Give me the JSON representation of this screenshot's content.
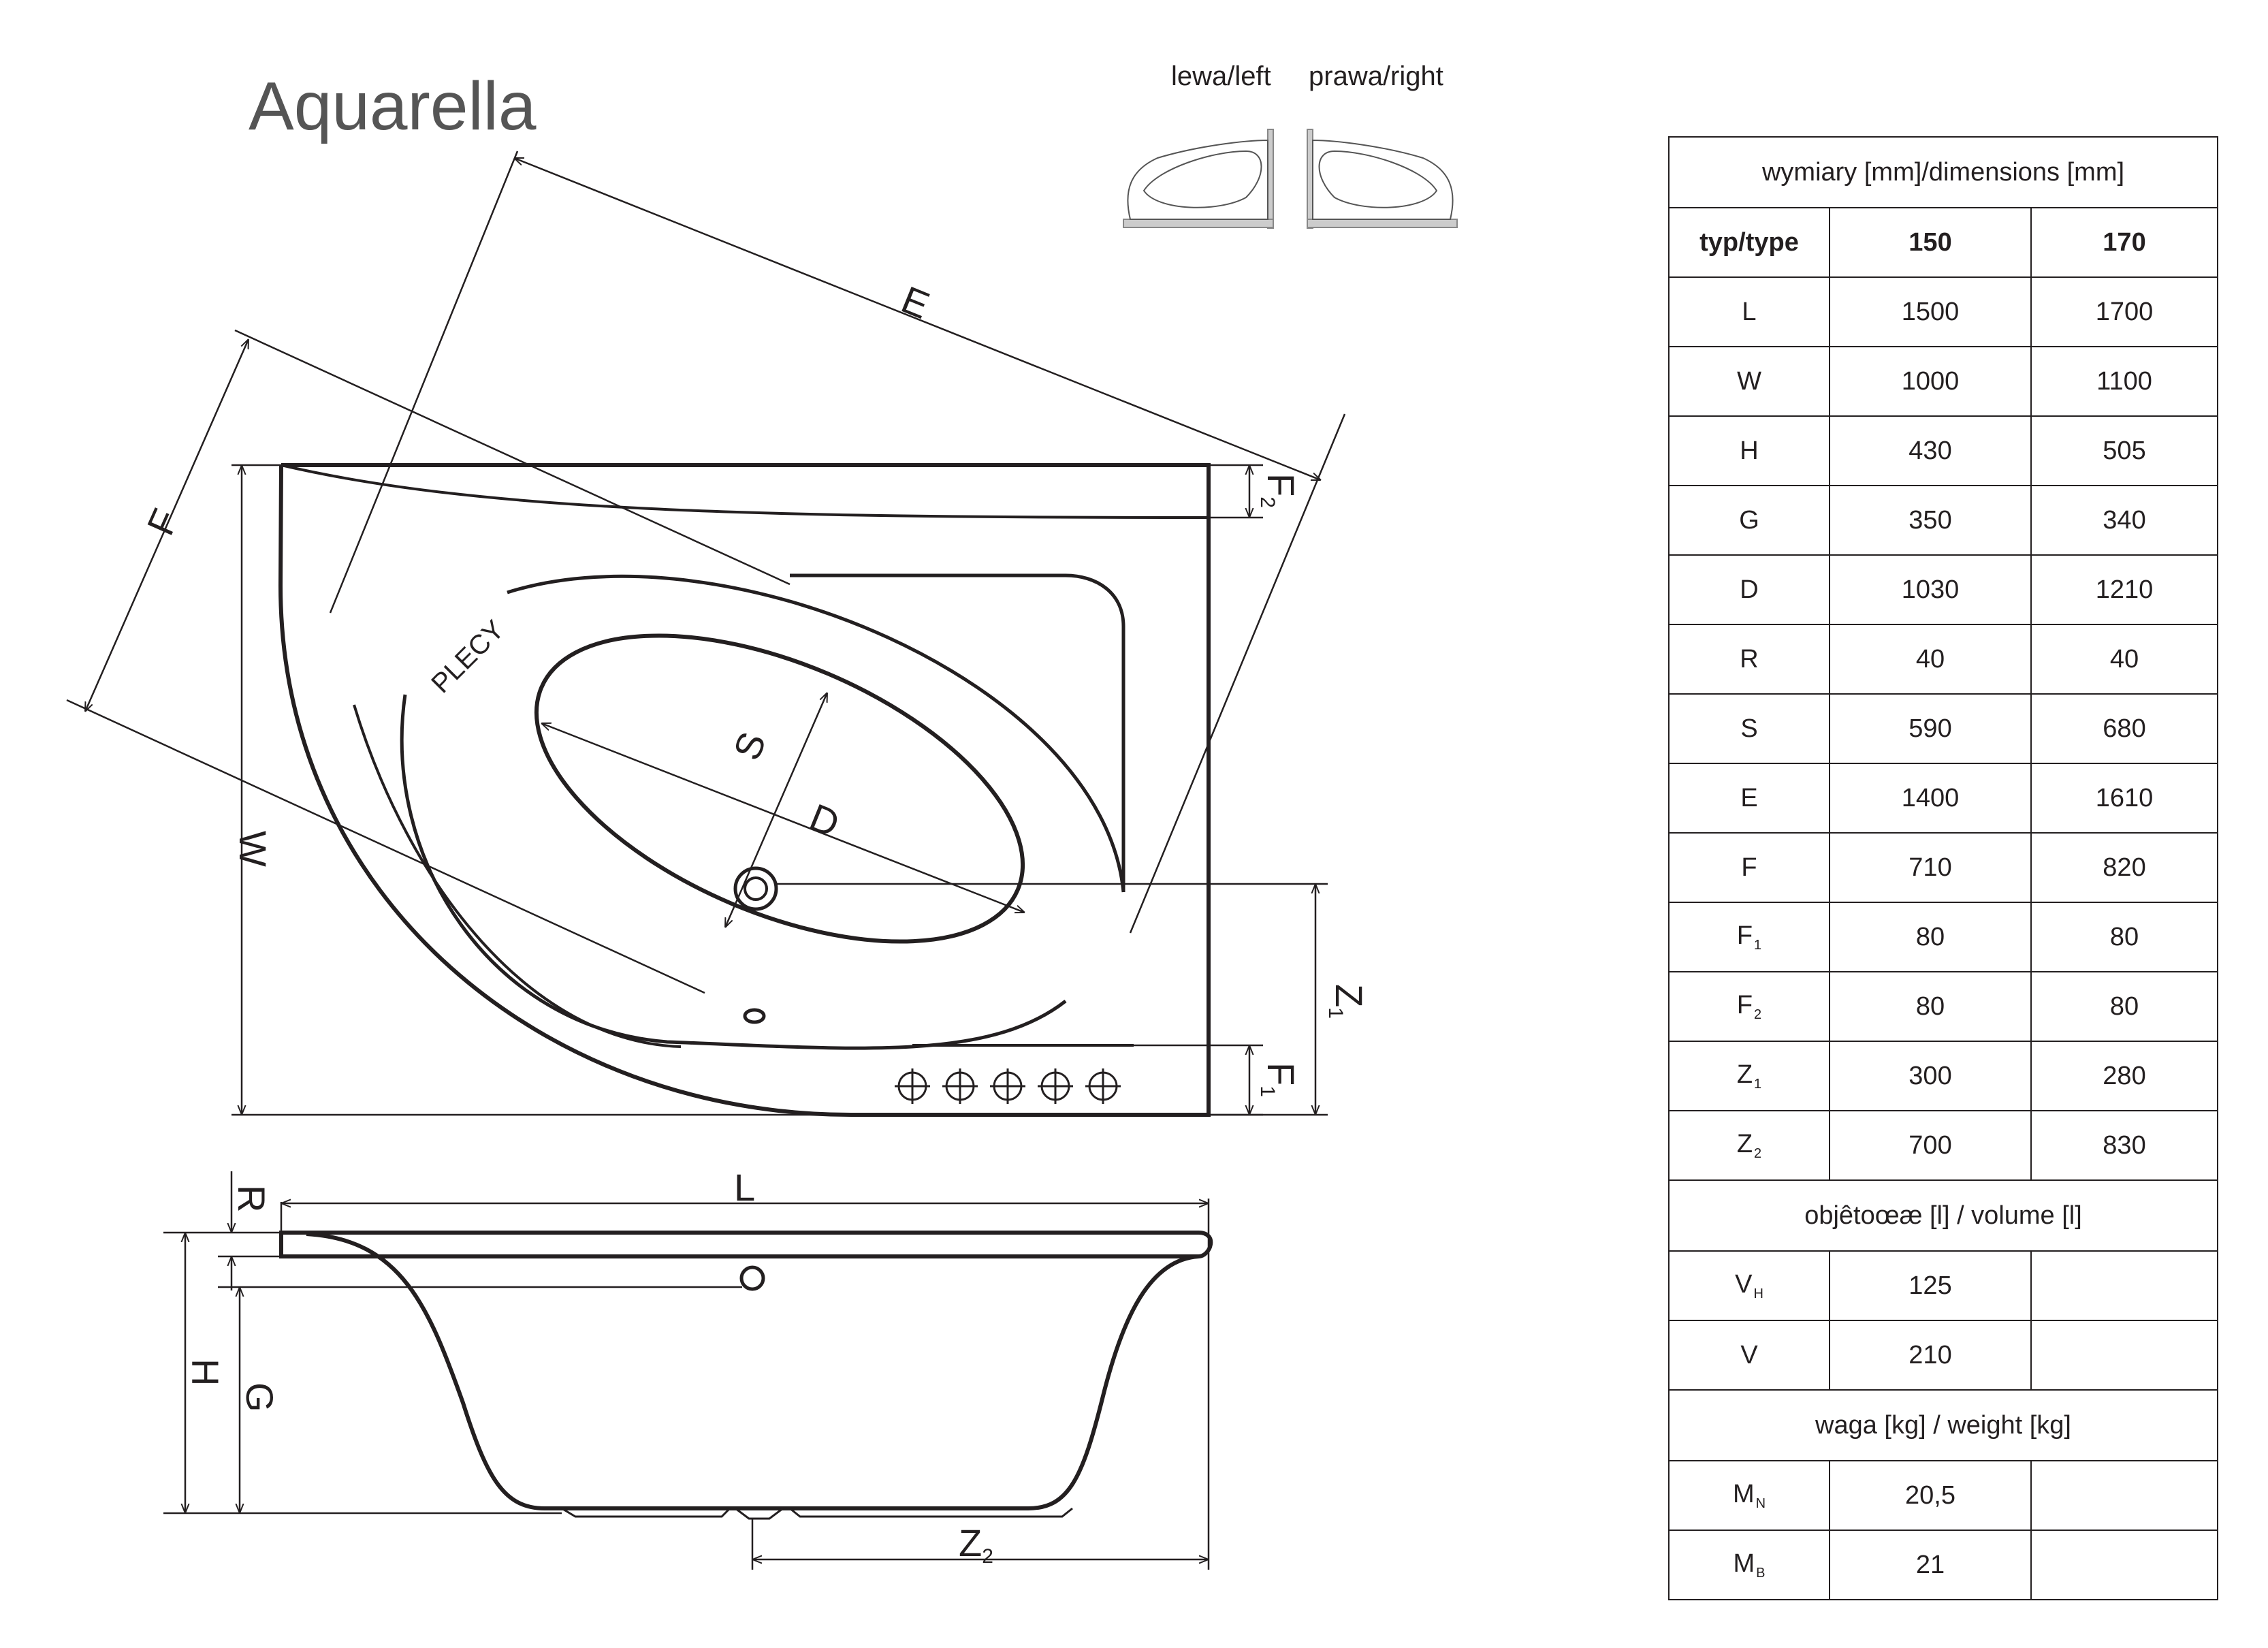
{
  "product_name": "Aquarella",
  "variants": {
    "left_label": "lewa/left",
    "right_label": "prawa/right"
  },
  "drawing_labels": {
    "E": "E",
    "F": "F",
    "F2": "F",
    "F2_sub": "2",
    "F1": "F",
    "F1_sub": "1",
    "W": "W",
    "S": "S",
    "D": "D",
    "plecy": "PLECY",
    "Z1": "Z",
    "Z1_sub": "1",
    "Z2": "Z",
    "Z2_sub": "2",
    "L": "L",
    "R": "R",
    "H": "H",
    "G": "G"
  },
  "table": {
    "dimensions_header": "wymiary [mm]/dimensions [mm]",
    "type_label": "typ/type",
    "types": [
      "150",
      "170"
    ],
    "rows": [
      {
        "label": "L",
        "sub": "",
        "v150": "1500",
        "v170": "1700"
      },
      {
        "label": "W",
        "sub": "",
        "v150": "1000",
        "v170": "1100"
      },
      {
        "label": "H",
        "sub": "",
        "v150": "430",
        "v170": "505"
      },
      {
        "label": "G",
        "sub": "",
        "v150": "350",
        "v170": "340"
      },
      {
        "label": "D",
        "sub": "",
        "v150": "1030",
        "v170": "1210"
      },
      {
        "label": "R",
        "sub": "",
        "v150": "40",
        "v170": "40"
      },
      {
        "label": "S",
        "sub": "",
        "v150": "590",
        "v170": "680"
      },
      {
        "label": "E",
        "sub": "",
        "v150": "1400",
        "v170": "1610"
      },
      {
        "label": "F",
        "sub": "",
        "v150": "710",
        "v170": "820"
      },
      {
        "label": "F",
        "sub": "1",
        "v150": "80",
        "v170": "80"
      },
      {
        "label": "F",
        "sub": "2",
        "v150": "80",
        "v170": "80"
      },
      {
        "label": "Z",
        "sub": "1",
        "v150": "300",
        "v170": "280"
      },
      {
        "label": "Z",
        "sub": "2",
        "v150": "700",
        "v170": "830"
      }
    ],
    "volume_header": "objêtoœæ [l] / volume [l]",
    "volume_rows": [
      {
        "label": "V",
        "sub": "H",
        "v150": "125",
        "v170": ""
      },
      {
        "label": "V",
        "sub": "",
        "v150": "210",
        "v170": ""
      }
    ],
    "weight_header": "waga [kg] / weight [kg]",
    "weight_rows": [
      {
        "label": "M",
        "sub": "N",
        "v150": "20,5",
        "v170": ""
      },
      {
        "label": "M",
        "sub": "B",
        "v150": "21",
        "v170": ""
      }
    ]
  }
}
